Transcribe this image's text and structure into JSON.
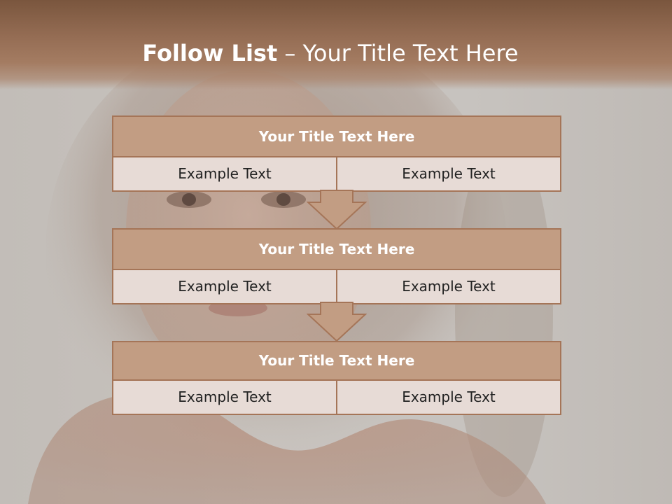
{
  "header": {
    "title_bold": "Follow List",
    "title_rest": " – Your Title Text Here"
  },
  "steps": [
    {
      "title": "Your Title Text Here",
      "left": "Example Text",
      "right": "Example Text"
    },
    {
      "title": "Your Title Text Here",
      "left": "Example Text",
      "right": "Example Text"
    },
    {
      "title": "Your Title Text Here",
      "left": "Example Text",
      "right": "Example Text"
    }
  ],
  "colors": {
    "header": "#8a6249",
    "box_title": "#c29d83",
    "box_border": "#a57558",
    "cell_bg": "#e7dbd6"
  }
}
